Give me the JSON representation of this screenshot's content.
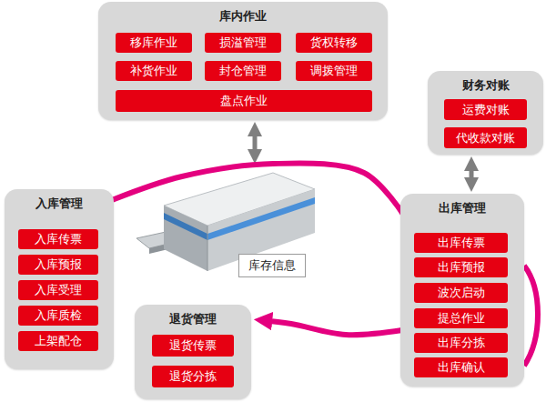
{
  "diagram": {
    "nodes": [
      {
        "text": [
          "库内作业"
        ]
      },
      {
        "text": [
          "移库作业"
        ],
        "in": 0
      },
      {
        "text": [
          "损溢管理"
        ],
        "in": 0
      },
      {
        "text": [
          "货权转移"
        ],
        "in": 0
      },
      {
        "text": [
          "补货作业"
        ],
        "in": 0
      },
      {
        "text": [
          "封仓管理"
        ],
        "in": 0
      },
      {
        "text": [
          "调拨管理"
        ],
        "in": 0
      },
      {
        "text": [
          "盘点作业"
        ],
        "in": 0
      },
      {
        "text": [
          "财务对账"
        ]
      },
      {
        "text": [
          "运费对账"
        ],
        "in": 8
      },
      {
        "text": [
          "代收款对账"
        ],
        "in": 8
      },
      {
        "text": [
          "入库管理"
        ]
      },
      {
        "text": [
          "入库传票"
        ],
        "in": 11
      },
      {
        "text": [
          "入库预报"
        ],
        "in": 11
      },
      {
        "text": [
          "入库受理"
        ],
        "in": 11
      },
      {
        "text": [
          "入库质检"
        ],
        "in": 11
      },
      {
        "text": [
          "上架配仓"
        ],
        "in": 11
      },
      {
        "text": [
          "库存信息"
        ]
      },
      {
        "text": [
          "退货管理"
        ]
      },
      {
        "text": [
          "退货传票"
        ],
        "in": 18
      },
      {
        "text": [
          "退货分拣"
        ],
        "in": 18
      },
      {
        "text": [
          "出库管理"
        ]
      },
      {
        "text": [
          "出库传票"
        ],
        "in": 21
      },
      {
        "text": [
          "出库预报"
        ],
        "in": 21
      },
      {
        "text": [
          "波次启动"
        ],
        "in": 21
      },
      {
        "text": [
          "提总作业"
        ],
        "in": 21
      },
      {
        "text": [
          "出库分拣"
        ],
        "in": 21
      },
      {
        "text": [
          "出库确认"
        ],
        "in": 21
      }
    ],
    "edges": [
      {
        "from": 0,
        "to": 17,
        "arrow": "both"
      },
      {
        "from": 8,
        "to": 21,
        "arrow": "both"
      },
      {
        "from": 11,
        "to": 21,
        "arrow": "none"
      },
      {
        "from": 21,
        "to": 18,
        "arrow": "to"
      }
    ]
  }
}
